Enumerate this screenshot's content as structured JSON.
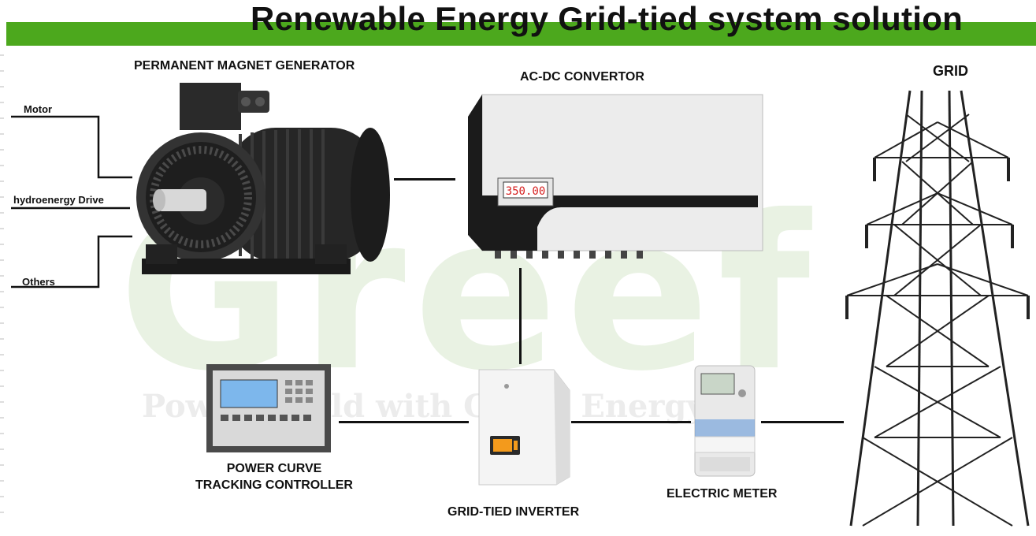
{
  "title": "Renewable Energy Grid-tied system solution",
  "inputs": {
    "motor": "Motor",
    "hydro": "hydroenergy Drive",
    "others": "Others"
  },
  "components": {
    "generator": "PERMANENT MAGNET GENERATOR",
    "convertor": "AC-DC   CONVERTOR",
    "grid": "GRID",
    "controller_line1": "POWER CURVE",
    "controller_line2": "TRACKING CONTROLLER",
    "inverter": "GRID-TIED INVERTER",
    "meter": "ELECTRIC METER"
  },
  "convertor_display": "350.00",
  "watermark": {
    "logo": "Greef",
    "slogan": "Power World with Green Energy"
  },
  "colors": {
    "brand_green": "#4ca81d",
    "display_red": "#d61f1f",
    "inverter_orange": "#f39a1c"
  }
}
